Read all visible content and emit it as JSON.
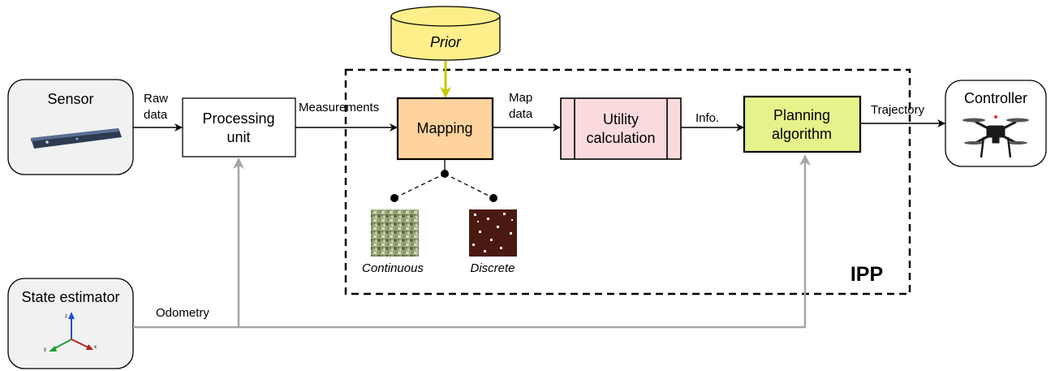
{
  "nodes": {
    "sensor": "Sensor",
    "processing_line1": "Processing",
    "processing_line2": "unit",
    "prior": "Prior",
    "mapping": "Mapping",
    "utility_line1": "Utility",
    "utility_line2": "calculation",
    "planning_line1": "Planning",
    "planning_line2": "algorithm",
    "controller": "Controller",
    "state_estimator": "State estimator",
    "ipp": "IPP"
  },
  "edges": {
    "raw_data_line1": "Raw",
    "raw_data_line2": "data",
    "measurements": "Measurements",
    "map_data_line1": "Map",
    "map_data_line2": "data",
    "info": "Info.",
    "trajectory": "Trajectory",
    "odometry": "Odometry"
  },
  "map_types": {
    "continuous": "Continuous",
    "discrete": "Discrete"
  },
  "axes_icon": {
    "x": "x",
    "y": "y",
    "z": "z"
  },
  "colors": {
    "prior_fill": "#ffef8a",
    "prior_arrow": "#c8c800",
    "mapping_fill": "#ffd39e",
    "utility_fill": "#fadadd",
    "planning_fill": "#e6f28a",
    "odometry_line": "#a6a6a6"
  }
}
